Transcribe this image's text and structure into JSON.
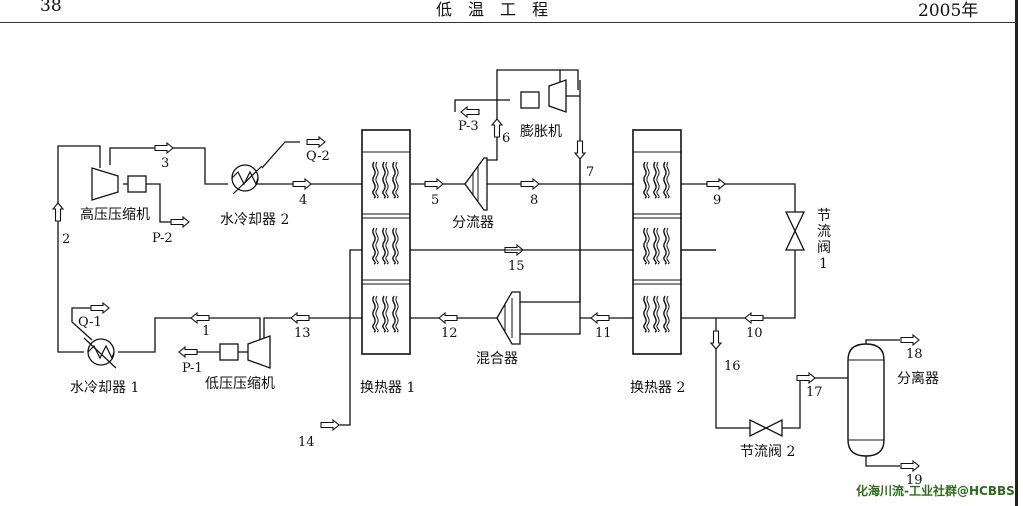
{
  "header": {
    "page_number": "38",
    "journal": "低温工程",
    "year": "2005年"
  },
  "labels": {
    "hp_compressor": "高压压缩机",
    "lp_compressor": "低压压缩机",
    "water_cooler_1": "水冷却器 1",
    "water_cooler_2": "水冷却器 2",
    "splitter": "分流器",
    "mixer": "混合器",
    "expander": "膨胀机",
    "hx1": "换热器 1",
    "hx2": "换热器 2",
    "separator": "分离器",
    "throttle_valve_2": "节流阀 2",
    "throttle_valve_1": [
      "节",
      "流",
      "阀",
      "1"
    ]
  },
  "powers": {
    "p1": "P-1",
    "p2": "P-2",
    "p3": "P-3"
  },
  "duties": {
    "q1": "Q-1",
    "q2": "Q-2"
  },
  "streams": {
    "s1": "1",
    "s2": "2",
    "s3": "3",
    "s4": "4",
    "s5": "5",
    "s6": "6",
    "s7": "7",
    "s8": "8",
    "s9": "9",
    "s10": "10",
    "s11": "11",
    "s12": "12",
    "s13": "13",
    "s14": "14",
    "s15": "15",
    "s16": "16",
    "s17": "17",
    "s18": "18",
    "s19": "19"
  },
  "watermark": "化海川流-工业社群@HCBBS"
}
